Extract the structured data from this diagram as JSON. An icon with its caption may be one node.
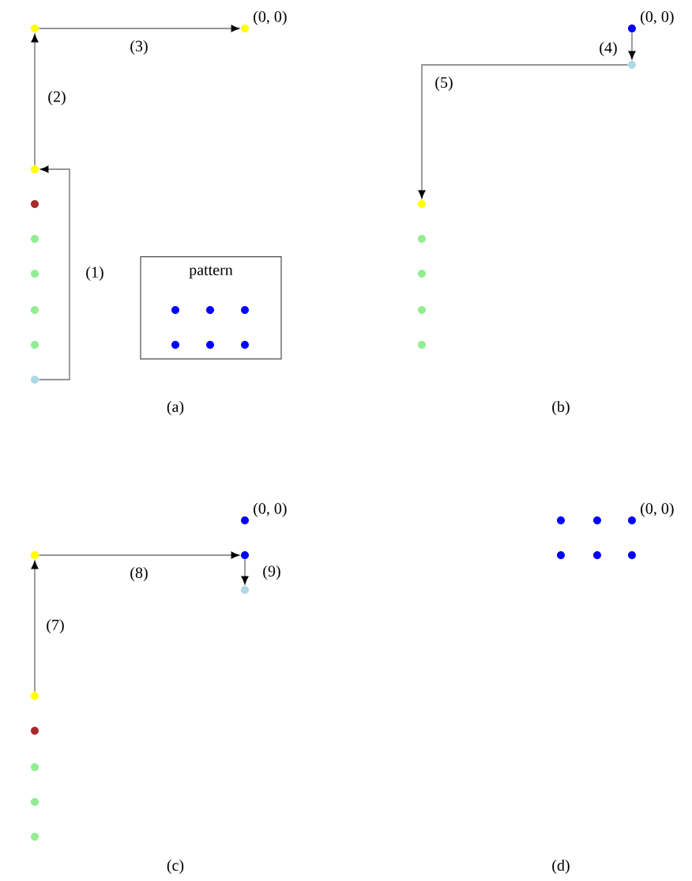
{
  "diagram": {
    "nodes": [
      {
        "text": [],
        "shape": "circle"
      },
      {
        "text": [],
        "shape": "circle",
        "beside": [
          "(0, 0)"
        ]
      },
      {
        "text": [],
        "shape": "circle"
      },
      {
        "text": [],
        "shape": "circle"
      },
      {
        "text": [],
        "shape": "circle"
      },
      {
        "text": [],
        "shape": "circle"
      },
      {
        "text": [],
        "shape": "circle"
      },
      {
        "text": [],
        "shape": "circle"
      },
      {
        "text": [],
        "shape": "circle"
      },
      {
        "text": [
          "pattern"
        ]
      },
      {
        "text": [],
        "shape": "circle",
        "in": 9
      },
      {
        "text": [],
        "shape": "circle",
        "in": 9
      },
      {
        "text": [],
        "shape": "circle",
        "in": 9
      },
      {
        "text": [],
        "shape": "circle",
        "in": 9
      },
      {
        "text": [],
        "shape": "circle",
        "in": 9
      },
      {
        "text": [],
        "shape": "circle",
        "in": 9
      },
      {
        "text": [],
        "shape": "circle",
        "beside": [
          "(0, 0)"
        ]
      },
      {
        "text": [],
        "shape": "circle"
      },
      {
        "text": [],
        "shape": "circle"
      },
      {
        "text": [],
        "shape": "circle"
      },
      {
        "text": [],
        "shape": "circle"
      },
      {
        "text": [],
        "shape": "circle"
      },
      {
        "text": [],
        "shape": "circle"
      },
      {
        "text": [],
        "shape": "circle",
        "beside": [
          "(0, 0)"
        ]
      },
      {
        "text": [],
        "shape": "circle"
      },
      {
        "text": [],
        "shape": "circle"
      },
      {
        "text": [],
        "shape": "circle"
      },
      {
        "text": [],
        "shape": "circle"
      },
      {
        "text": [],
        "shape": "circle"
      },
      {
        "text": [],
        "shape": "circle"
      },
      {
        "text": [],
        "shape": "circle"
      },
      {
        "text": [],
        "shape": "circle"
      },
      {
        "text": [],
        "shape": "circle"
      },
      {
        "text": [],
        "shape": "circle"
      },
      {
        "text": [],
        "shape": "circle",
        "beside": [
          "(0, 0)"
        ]
      },
      {
        "text": [],
        "shape": "circle"
      },
      {
        "text": [],
        "shape": "circle"
      },
      {
        "text": [],
        "shape": "circle"
      }
    ],
    "edges": [
      {
        "from": 8,
        "to": 2,
        "arrow": "to",
        "label": "(1)"
      },
      {
        "from": 2,
        "to": 0,
        "arrow": "to",
        "label": "(2)"
      },
      {
        "from": 0,
        "to": 1,
        "arrow": "to",
        "label": "(3)"
      },
      {
        "from": 16,
        "to": 17,
        "arrow": "to",
        "label": "(4)"
      },
      {
        "from": 17,
        "to": 18,
        "arrow": "to",
        "label": "(5)"
      },
      {
        "from": 27,
        "to": 24,
        "arrow": "to",
        "label": "(7)"
      },
      {
        "from": 24,
        "to": 25,
        "arrow": "to",
        "label": "(8)"
      },
      {
        "from": 25,
        "to": 26,
        "arrow": "to",
        "label": "(9)"
      }
    ],
    "labels": [
      "(a)",
      "(b)",
      "(c)",
      "(d)"
    ]
  }
}
